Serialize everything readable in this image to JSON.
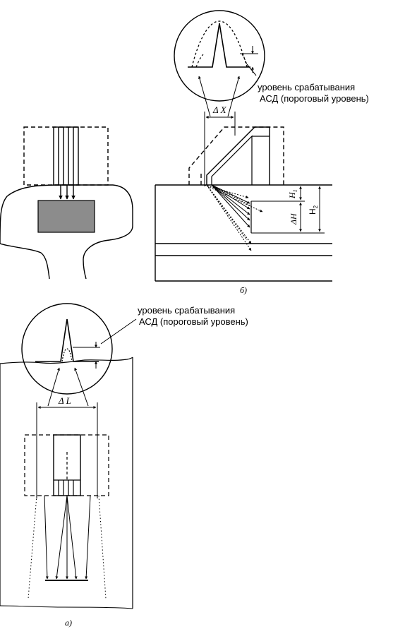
{
  "top_right": {
    "label_line1": "уровень срабатывания",
    "label_line2": "АСД (пороговый уровень)",
    "delta_x": "Δ X",
    "h1": "H",
    "h1_sub": "1",
    "delta_h": "ΔH",
    "h2": "H",
    "h2_sub": "2",
    "caption": "б)"
  },
  "bottom": {
    "label_line1": "уровень срабатывания",
    "label_line2": "АСД (пороговый уровень)",
    "delta_l": "Δ L",
    "caption": "а)"
  },
  "colors": {
    "line": "#000000",
    "defect_fill": "#8c8c8c"
  }
}
